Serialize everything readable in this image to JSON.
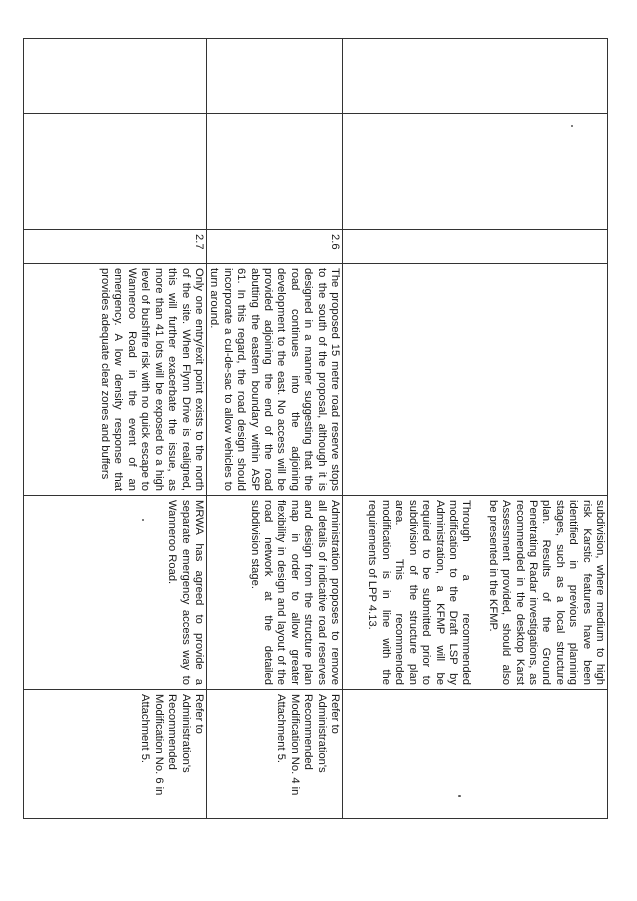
{
  "rows": [
    {
      "number": "",
      "submission": "",
      "response": [
        "subdivision, where medium to high risk Karstic features have been identified in previous planning stages, such as a local structure plan. Results of the Ground Penetrating Radar investigations, as recommended in the desktop Karst Assessment provided, should also be presented in the KFMP.",
        "Through a recommended modification to the Draft LSP by Administration, a KFMP will be required to be submitted prior to subdivision of the structure plan area. This recommended modification is in line with the requirements of LPP 4.13."
      ],
      "recommendation": ""
    },
    {
      "number": "2.6",
      "submission": "The proposed 15 metre road reserve stops to the south of the proposal, although it is designed in a manner suggesting that the road continues into the adjoining development to the east. No access will be provided adjoining the end of the road abutting the eastern boundary within ASP 61. In this regard, the road design should incorporate a cul-de-sac to allow vehicles to turn around.",
      "response": [
        "Administration proposes to remove all details of indicative road reserves and design from the structure plan map in order to allow greater flexibility in design and layout of the road network at the detailed subdivision stage."
      ],
      "recommendation": "Refer to Administration's Recommended Modification No. 4 in Attachment 5."
    },
    {
      "number": "2.7",
      "submission": "Only one entry/exit point exists to the north of the site. When Flynn Drive is realigned, this will further exacerbate the issue, as more than 41 lots will be exposed to a high level of bushfire risk with no quick escape to Wanneroo Road in the event of an emergency. A low density response that provides adequate clear zones and buffers",
      "response": [
        "MRWA has agreed to provide a separate emergency access way to Wanneroo Road."
      ],
      "recommendation": "Refer to Administration's Recommended Modification No. 6 in Attachment 5."
    }
  ]
}
